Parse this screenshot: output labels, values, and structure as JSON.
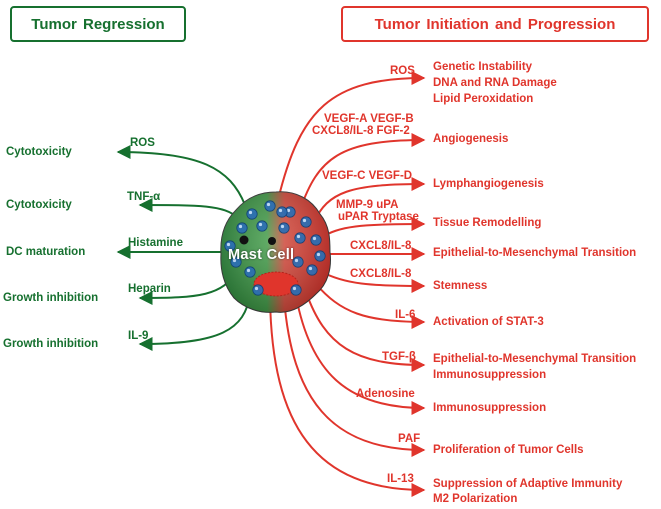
{
  "headers": {
    "regression": "Tumor  Regression",
    "progression": "Tumor  Initiation and Progression"
  },
  "cell_label": "Mast  Cell",
  "regression": [
    {
      "mediator": "ROS",
      "effect": "Cytotoxicity"
    },
    {
      "mediator": "TNF-α",
      "effect": "Cytotoxicity"
    },
    {
      "mediator": "Histamine",
      "effect": "DC maturation"
    },
    {
      "mediator": "Heparin",
      "effect": "Growth inhibition"
    },
    {
      "mediator": "IL-9",
      "effect": "Growth inhibition"
    }
  ],
  "progression": [
    {
      "mediator": [
        "ROS"
      ],
      "effect": [
        "Genetic Instability",
        "DNA and RNA Damage",
        "Lipid Peroxidation"
      ]
    },
    {
      "mediator": [
        "VEGF-A  VEGF-B",
        "CXCL8/IL-8  FGF-2"
      ],
      "effect": [
        "Angiogenesis"
      ]
    },
    {
      "mediator": [
        "VEGF-C  VEGF-D"
      ],
      "effect": [
        "Lymphangiogenesis"
      ]
    },
    {
      "mediator": [
        "MMP-9 uPA",
        "uPAR  Tryptase"
      ],
      "effect": [
        "Tissue Remodelling"
      ]
    },
    {
      "mediator": [
        "CXCL8/IL-8"
      ],
      "effect": [
        "Epithelial-to-Mesenchymal Transition"
      ]
    },
    {
      "mediator": [
        "CXCL8/IL-8"
      ],
      "effect": [
        "Stemness"
      ]
    },
    {
      "mediator": [
        "IL-6"
      ],
      "effect": [
        "Activation of STAT-3"
      ]
    },
    {
      "mediator": [
        "TGF-β"
      ],
      "effect": [
        "Epithelial-to-Mesenchymal Transition",
        "Immunosuppression"
      ]
    },
    {
      "mediator": [
        "Adenosine"
      ],
      "effect": [
        "Immunosuppression"
      ]
    },
    {
      "mediator": [
        "PAF"
      ],
      "effect": [
        "Proliferation of Tumor Cells"
      ]
    },
    {
      "mediator": [
        "IL-13"
      ],
      "effect": [
        "Suppression of Adaptive Immunity",
        "M2 Polarization"
      ]
    }
  ],
  "colors": {
    "regression": "#16702f",
    "progression": "#e0352c",
    "granule": "#2c6fb5"
  }
}
